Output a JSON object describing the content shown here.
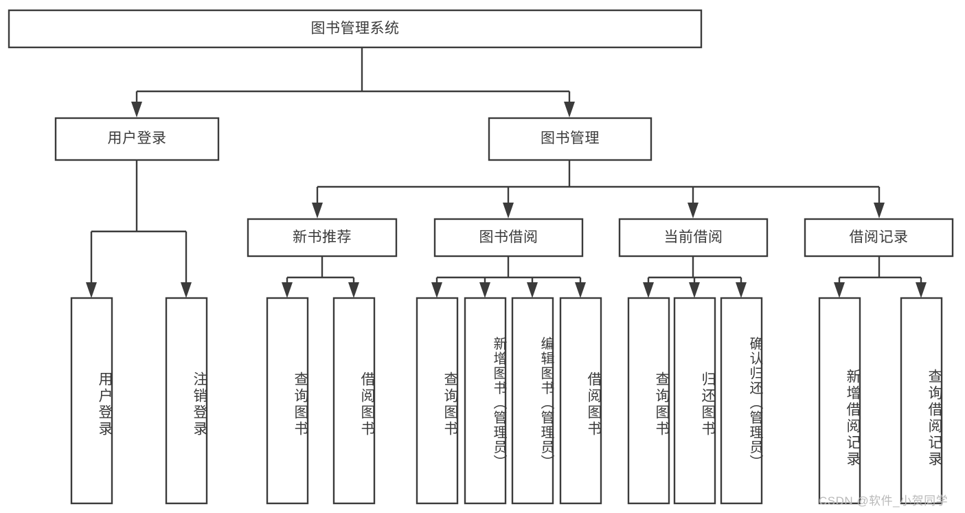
{
  "diagram": {
    "type": "tree-hierarchy",
    "title": "图书管理系统",
    "watermark": "CSDN @软件_小贺同学",
    "colors": {
      "stroke": "#3b3b3b",
      "box_fill": "#ffffff",
      "text": "#3a3a3a",
      "background": "#ffffff",
      "watermark": "#b9b9b9"
    },
    "levels": {
      "root": {
        "label": "图书管理系统",
        "orientation": "horizontal"
      },
      "level2": [
        {
          "label": "用户登录",
          "orientation": "horizontal"
        },
        {
          "label": "图书管理",
          "orientation": "horizontal"
        }
      ],
      "level3": [
        {
          "label": "新书推荐",
          "orientation": "horizontal",
          "parent": "图书管理"
        },
        {
          "label": "图书借阅",
          "orientation": "horizontal",
          "parent": "图书管理"
        },
        {
          "label": "当前借阅",
          "orientation": "horizontal",
          "parent": "图书管理"
        },
        {
          "label": "借阅记录",
          "orientation": "horizontal",
          "parent": "图书管理"
        }
      ],
      "leaves": [
        {
          "label": "用户登录",
          "orientation": "vertical",
          "parent": "用户登录"
        },
        {
          "label": "注销登录",
          "orientation": "vertical",
          "parent": "用户登录"
        },
        {
          "label": "查询图书",
          "orientation": "vertical",
          "parent": "新书推荐"
        },
        {
          "label": "借阅图书",
          "orientation": "vertical",
          "parent": "新书推荐"
        },
        {
          "label": "查询图书",
          "orientation": "vertical",
          "parent": "图书借阅"
        },
        {
          "label": "新增图书（管理员）",
          "orientation": "vertical",
          "parent": "图书借阅"
        },
        {
          "label": "编辑图书（管理员）",
          "orientation": "vertical",
          "parent": "图书借阅"
        },
        {
          "label": "借阅图书",
          "orientation": "vertical",
          "parent": "图书借阅"
        },
        {
          "label": "查询图书",
          "orientation": "vertical",
          "parent": "当前借阅"
        },
        {
          "label": "归还图书",
          "orientation": "vertical",
          "parent": "当前借阅"
        },
        {
          "label": "确认归还（管理员）",
          "orientation": "vertical",
          "parent": "当前借阅"
        },
        {
          "label": "新增借阅记录",
          "orientation": "vertical",
          "parent": "借阅记录"
        },
        {
          "label": "查询借阅记录",
          "orientation": "vertical",
          "parent": "借阅记录"
        }
      ]
    }
  }
}
